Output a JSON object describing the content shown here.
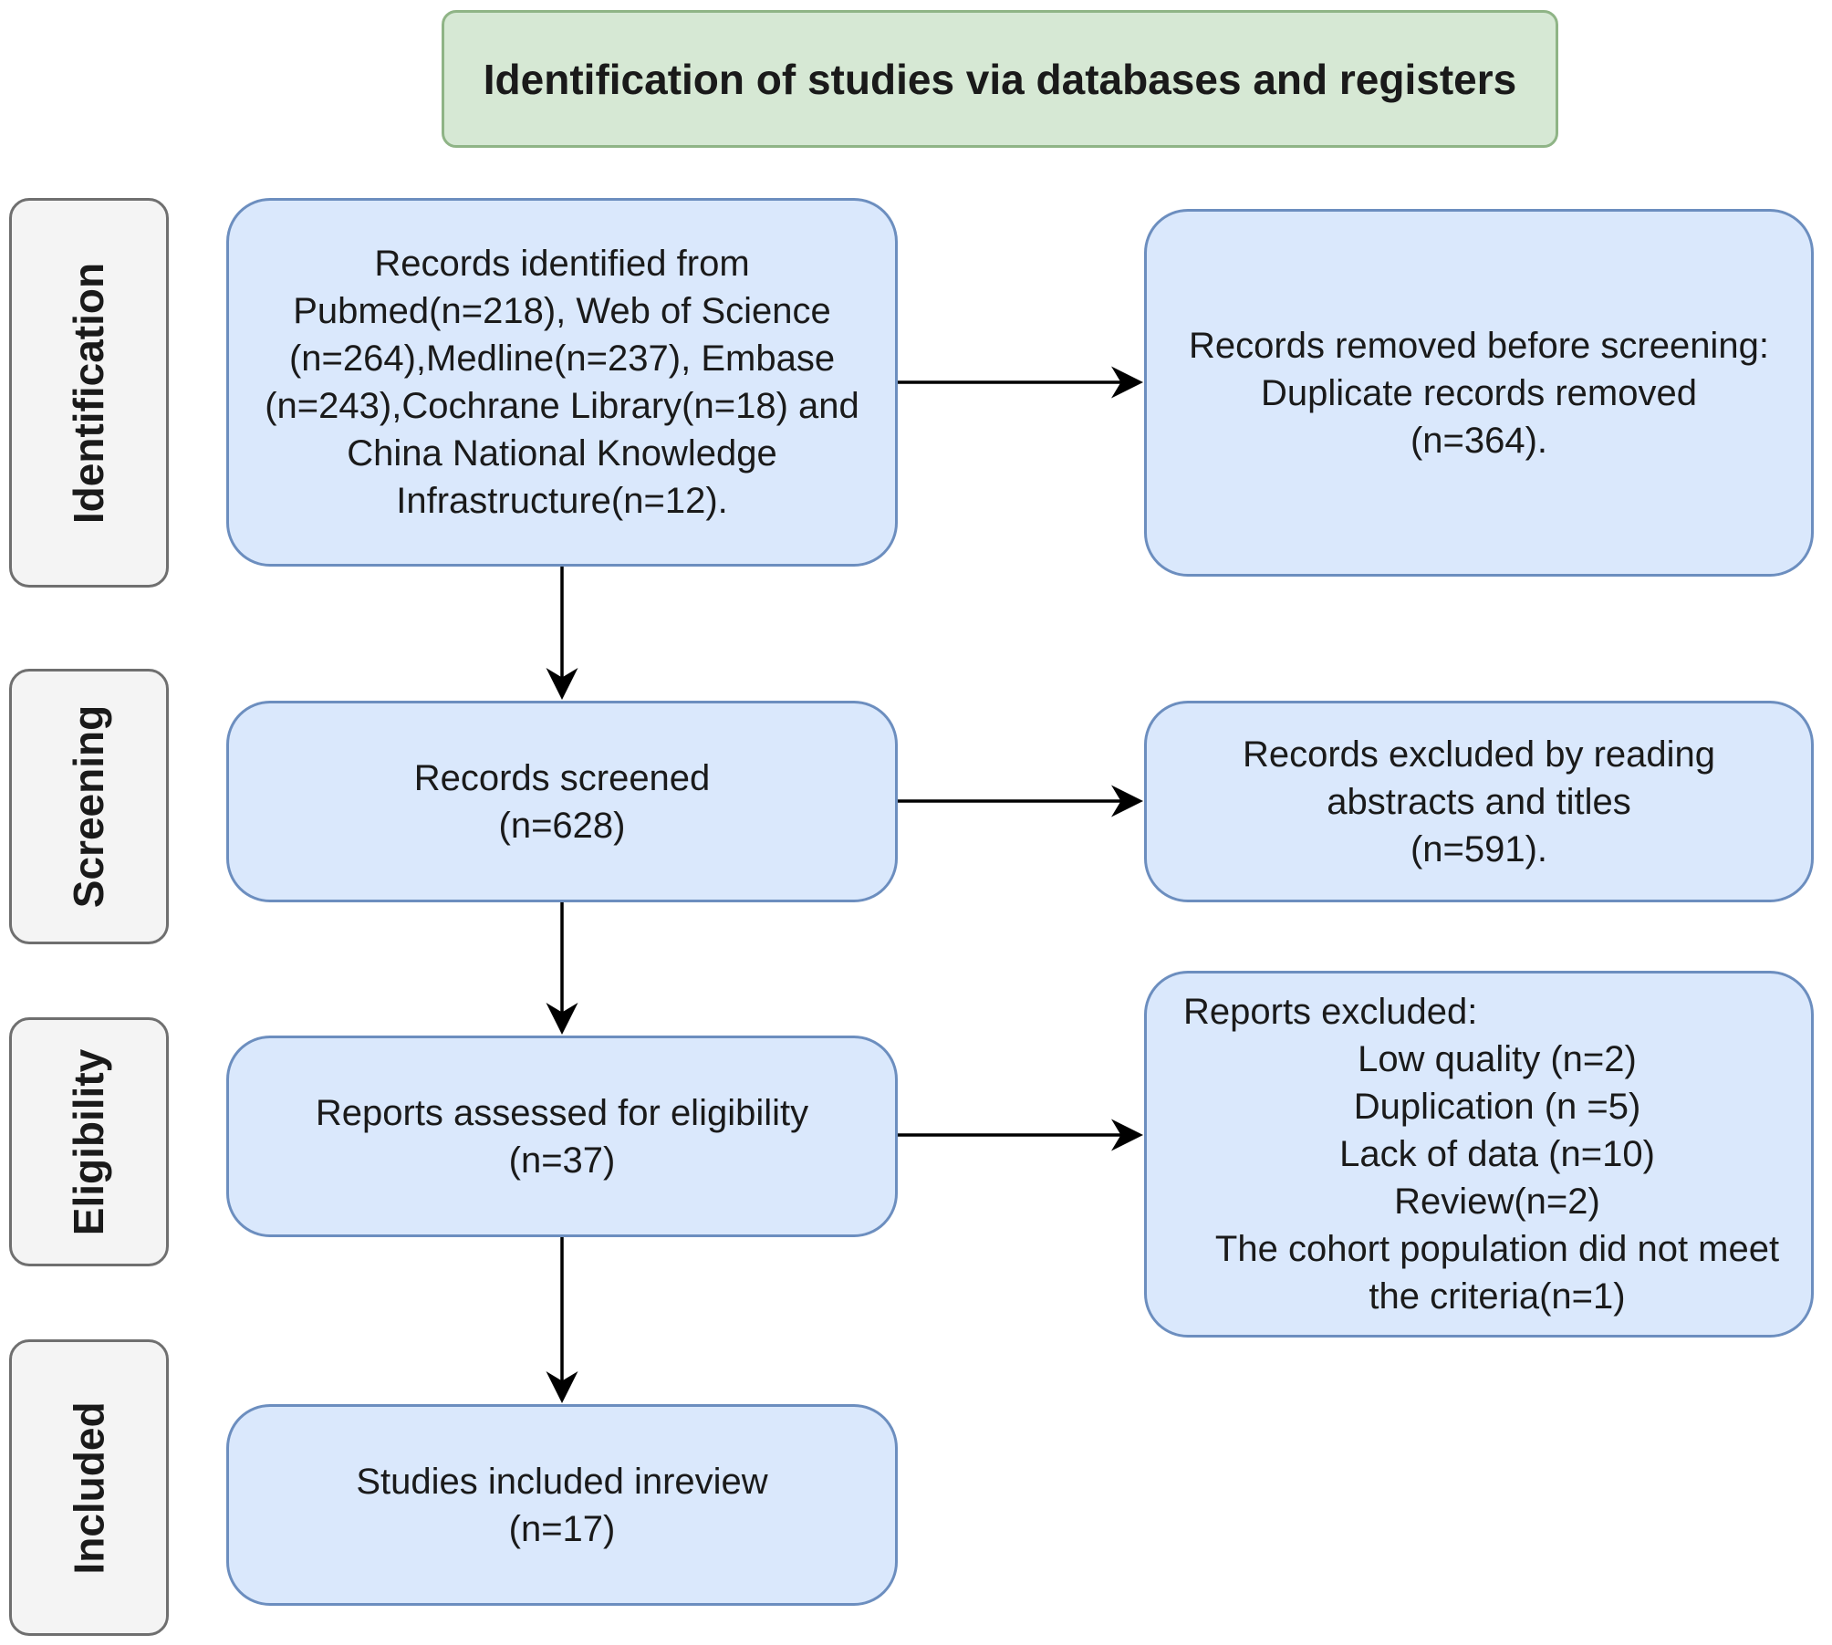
{
  "header": {
    "title": "Identification of studies via databases and registers"
  },
  "stages": {
    "identification": "Identification",
    "screening": "Screening",
    "eligibility": "Eligibility",
    "included": "Included"
  },
  "identified": {
    "lines": [
      "Records identified from",
      "Pubmed(n=218), Web of Science",
      "(n=264),Medline(n=237), Embase",
      "(n=243),Cochrane Library(n=18) and",
      "China National Knowledge",
      "Infrastructure(n=12)."
    ]
  },
  "removed": {
    "lines": [
      "Records removed before screening:",
      "Duplicate records removed",
      "(n=364)."
    ]
  },
  "screened": {
    "lines": [
      "Records screened",
      "(n=628)"
    ]
  },
  "excluded_abstracts": {
    "lines": [
      "Records excluded by reading",
      "abstracts and titles",
      "(n=591)."
    ]
  },
  "assessed": {
    "lines": [
      "Reports assessed for eligibility",
      "(n=37)"
    ]
  },
  "reports_excluded": {
    "heading": "Reports excluded:",
    "lines": [
      "Low quality (n=2)",
      "Duplication (n =5)",
      "Lack of data (n=10)",
      "Review(n=2)",
      "The cohort population did not meet",
      "the criteria(n=1)"
    ]
  },
  "included": {
    "lines": [
      "Studies included inreview",
      "(n=17)"
    ]
  },
  "colors": {
    "header_fill": "#d6e8d4",
    "header_border": "#8fb486",
    "node_fill": "#dae8fc",
    "node_border": "#6c8ebf",
    "stage_fill": "#f4f4f4",
    "arrow": "#000000"
  }
}
